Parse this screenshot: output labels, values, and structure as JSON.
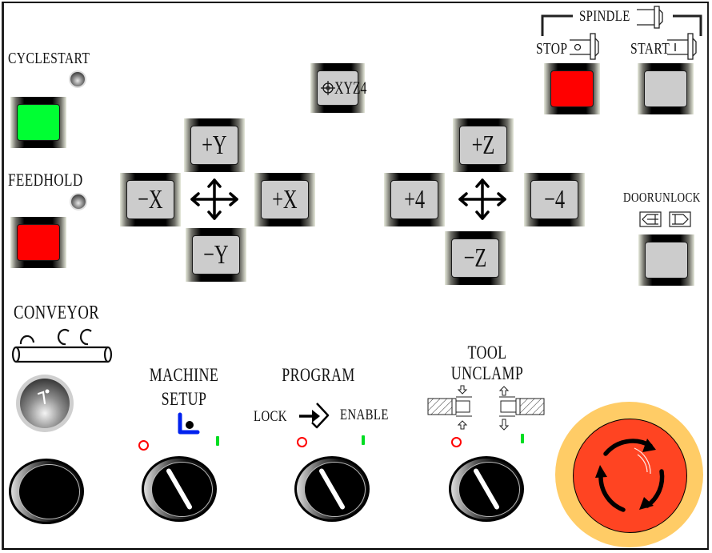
{
  "panel": {
    "cycle_start": {
      "label": "CYCLESTART",
      "button_color": "#00ff33"
    },
    "feed_hold": {
      "label": "FEEDHOLD",
      "button_color": "#ff0000"
    },
    "spindle": {
      "label": "SPINDLE",
      "stop": {
        "label": "STOP",
        "symbol": "O",
        "button_color": "#ff0000"
      },
      "start": {
        "label": "START",
        "symbol": "I",
        "button_color": "#cccccc"
      }
    },
    "home_button": {
      "label": "XYZ4",
      "icon": "crosshair-icon"
    },
    "jog_xy": {
      "plus_y": "+Y",
      "minus_y": "−Y",
      "minus_x": "−X",
      "plus_x": "+X"
    },
    "jog_z4": {
      "plus_z": "+Z",
      "minus_z": "−Z",
      "plus_4": "+4",
      "minus_4": "−4"
    },
    "door_unlock": {
      "label": "DOORUNLOCK"
    },
    "conveyor": {
      "label": "CONVEYOR"
    },
    "machine_setup": {
      "line1": "MACHINE",
      "line2": "SETUP",
      "off_symbol": "O",
      "on_symbol": "I"
    },
    "program": {
      "label": "PROGRAM",
      "lock_label": "LOCK",
      "enable_label": "ENABLE",
      "off_symbol": "O",
      "on_symbol": "I"
    },
    "tool_unclamp": {
      "line1": "TOOL",
      "line2": "UNCLAMP",
      "off_symbol": "O",
      "on_symbol": "I"
    },
    "emergency_stop": {
      "ring_color": "#ffcc66",
      "button_color": "#ff4422"
    }
  }
}
